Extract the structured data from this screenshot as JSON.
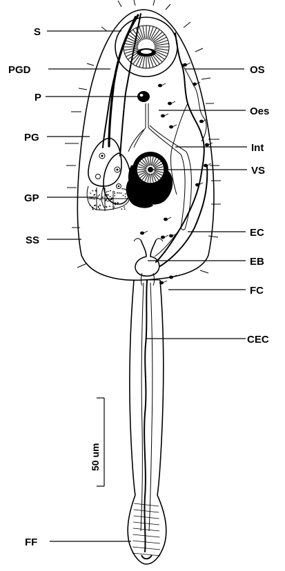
{
  "labels": {
    "s": "S",
    "pgd": "PGD",
    "p": "P",
    "pg": "PG",
    "gp": "GP",
    "ss": "SS",
    "os": "OS",
    "oes": "Oes",
    "int": "Int",
    "vs": "VS",
    "ec": "EC",
    "eb": "EB",
    "fc": "FC",
    "cec": "CEC",
    "ff": "FF"
  },
  "scale_bar": {
    "label": "50 um"
  }
}
